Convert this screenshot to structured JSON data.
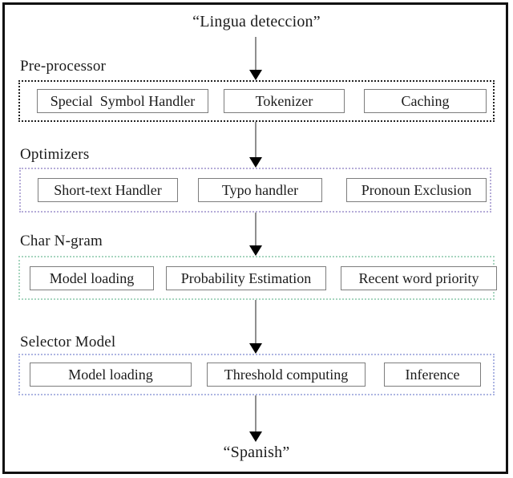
{
  "input_text": "“Lingua deteccion”",
  "output_text": "“Spanish”",
  "colors": {
    "frame_border": "#101010",
    "stage_box_border": "#7d7d7d",
    "arrow_shaft": "#8f8f8f",
    "arrow_head": "#000000",
    "pre_processor_border": "#222222",
    "optimizers_border": "#b5acd8",
    "char_ngram_border": "#a7d5bf",
    "selector_model_border": "#adb5e2"
  },
  "sections": [
    {
      "label": "Pre-processor",
      "border_color": "#222222",
      "boxes": [
        "Special  Symbol Handler",
        "Tokenizer",
        "Caching"
      ]
    },
    {
      "label": "Optimizers",
      "border_color": "#b5acd8",
      "boxes": [
        "Short-text Handler",
        "Typo handler",
        "Pronoun Exclusion"
      ]
    },
    {
      "label": "Char N-gram",
      "border_color": "#a7d5bf",
      "boxes": [
        "Model loading",
        "Probability Estimation",
        "Recent word priority"
      ]
    },
    {
      "label": "Selector Model",
      "border_color": "#adb5e2",
      "boxes": [
        "Model loading",
        "Threshold computing",
        "Inference"
      ]
    }
  ]
}
